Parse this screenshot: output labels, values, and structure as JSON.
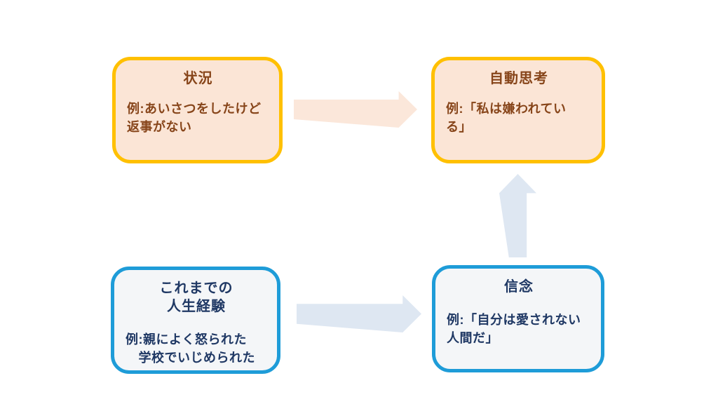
{
  "diagram": {
    "background_color": "#FFFFFF",
    "boxes": {
      "situation": {
        "title": "状況",
        "body": "例:あいさつをしたけど\n返事がない",
        "border_color": "#FFC000",
        "fill_color": "#FBE5D6",
        "text_color": "#87451A"
      },
      "automatic_thought": {
        "title": "自動思考",
        "body": "例:「私は嫌われてい\nる」",
        "border_color": "#FFC000",
        "fill_color": "#FBE5D6",
        "text_color": "#87451A"
      },
      "life_experience": {
        "title": "これまでの\n人生経験",
        "body": "例:親によく怒られた\n　学校でいじめられた",
        "border_color": "#1E9CD8",
        "fill_color": "#F4F6F8",
        "text_color": "#1F3864"
      },
      "belief": {
        "title": "信念",
        "body": "例:「自分は愛されない\n人間だ」",
        "border_color": "#1E9CD8",
        "fill_color": "#F4F6F8",
        "text_color": "#1F3864"
      }
    },
    "arrows": {
      "situation_to_automatic_thought": {
        "direction": "right",
        "color": "#FBE7DA"
      },
      "life_experience_to_belief": {
        "direction": "right",
        "color": "#DEE7F2"
      },
      "belief_to_automatic_thought": {
        "direction": "up",
        "color": "#DEE7F2"
      }
    }
  }
}
